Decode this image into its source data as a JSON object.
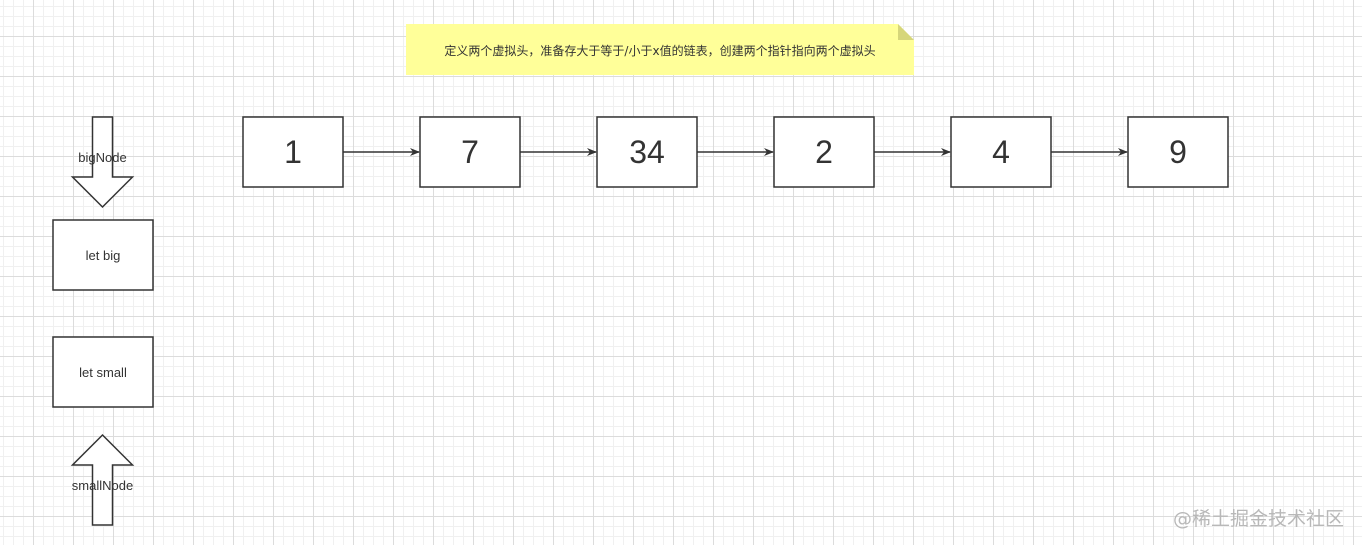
{
  "note": {
    "text": "定义两个虚拟头，准备存大于等于/小于x值的链表，创建两个指针指向两个虚拟头",
    "color": "#ffff99",
    "fold_color": "#d6d67a"
  },
  "linked_list": {
    "nodes": [
      "1",
      "7",
      "34",
      "2",
      "4",
      "9"
    ]
  },
  "pointers": {
    "big_node_label": "bigNode",
    "big_box_label": "let big",
    "small_box_label": "let small",
    "small_node_label": "smallNode"
  },
  "colors": {
    "stroke": "#333333",
    "box_fill": "#ffffff"
  },
  "watermark": "@稀土掘金技术社区"
}
